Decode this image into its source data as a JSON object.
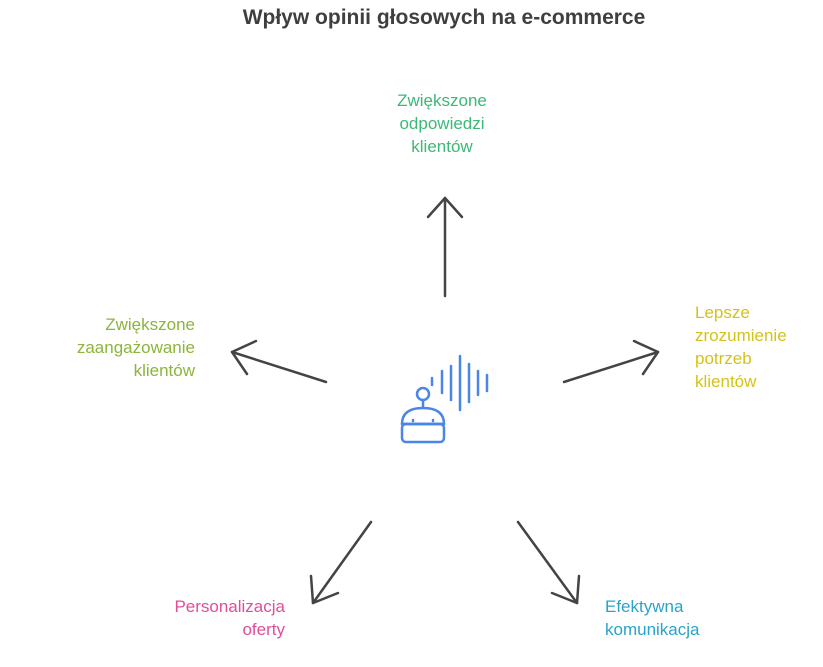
{
  "title": "Wpływ opinii głosowych na e-commerce",
  "colors": {
    "title": "#3f3f3f",
    "arrow": "#444444",
    "icon": "#4a86e8",
    "top": "#3cb878",
    "left": "#8cb53a",
    "right": "#d4c21a",
    "bottom_left": "#e04e9a",
    "bottom_right": "#2aa3c9"
  },
  "center_icon": "voice-robot-icon",
  "labels": {
    "top": {
      "lines": [
        "Zwiększone",
        "odpowiedzi",
        "klientów"
      ]
    },
    "left": {
      "lines": [
        "Zwiększone",
        "zaangażowanie",
        "klientów"
      ]
    },
    "right": {
      "lines": [
        "Lepsze",
        "zrozumienie",
        "potrzeb",
        "klientów"
      ]
    },
    "bottom_left": {
      "lines": [
        "Personalizacja",
        "oferty"
      ]
    },
    "bottom_right": {
      "lines": [
        "Efektywna",
        "komunikacja"
      ]
    }
  }
}
